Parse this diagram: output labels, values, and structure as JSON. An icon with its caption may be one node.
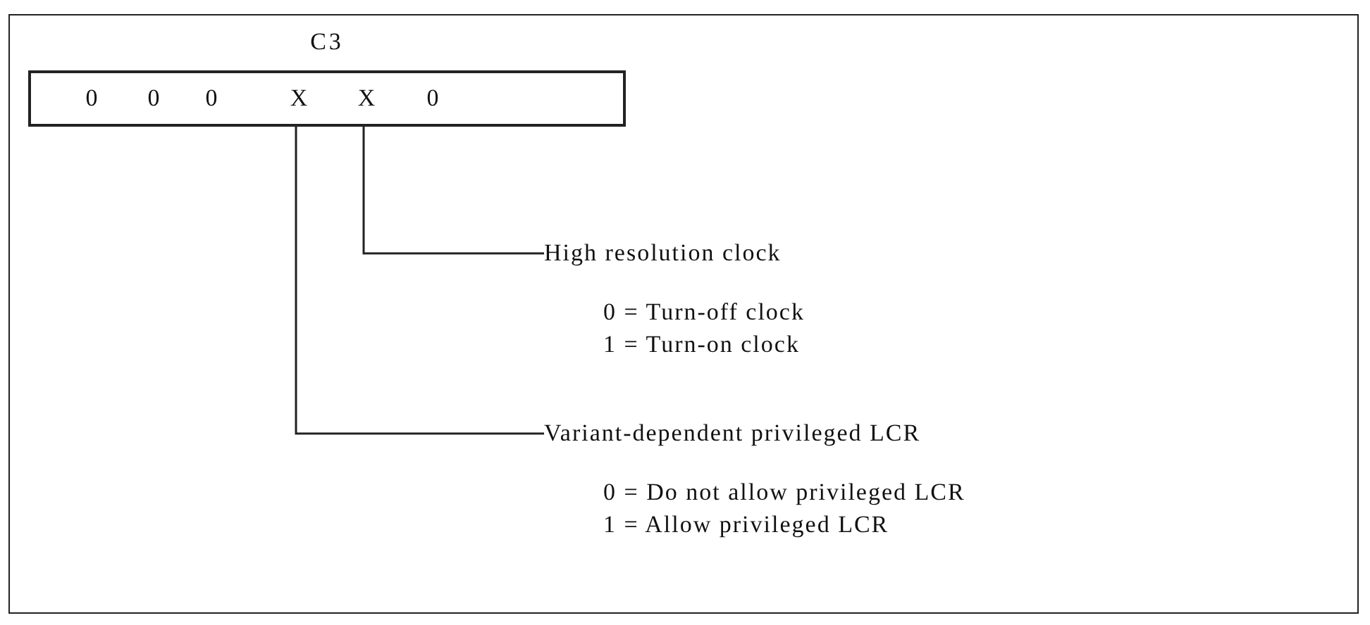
{
  "diagram": {
    "nodes": [
      {
        "text": [
          "C3"
        ]
      },
      {
        "text": [
          "0"
        ],
        "in": 0
      },
      {
        "text": [
          "0"
        ],
        "in": 0
      },
      {
        "text": [
          "0"
        ],
        "in": 0
      },
      {
        "text": [
          "X"
        ],
        "in": 0
      },
      {
        "text": [
          "X"
        ],
        "in": 0
      },
      {
        "text": [
          "0"
        ],
        "in": 0
      },
      {
        "text": [
          "High resolution clock"
        ]
      },
      {
        "text": [
          "Variant-dependent privileged LCR"
        ]
      }
    ],
    "edges": [
      {
        "from": 5,
        "to": 7,
        "arrow": "none"
      },
      {
        "from": 4,
        "to": 8,
        "arrow": "none"
      }
    ],
    "labels": [
      "0 = Turn-off clock",
      "1 = Turn-on clock",
      "0 = Do not allow privileged LCR",
      "1 = Allow privileged LCR"
    ]
  }
}
